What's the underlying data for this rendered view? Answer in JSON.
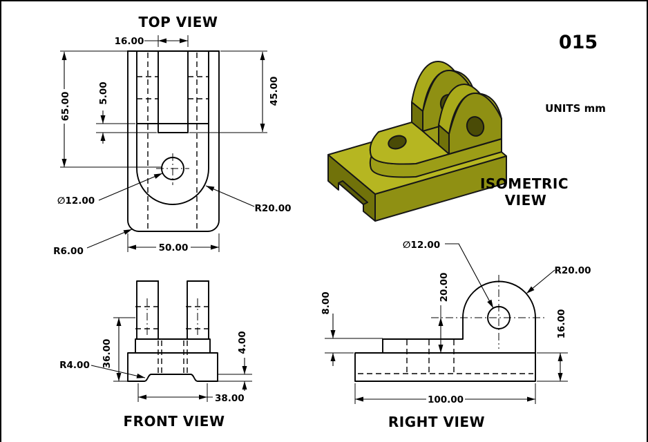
{
  "drawing_number": "015",
  "units_label": "UNITS mm",
  "top_view": {
    "title": "TOP VIEW",
    "dim_slot_width": "16.00",
    "dim_length_to_hole": "65.00",
    "dim_slot_rear_offset": "5.00",
    "dim_slot_depth": "45.00",
    "dim_hole_diameter": "∅12.00",
    "dim_boss_radius": "R20.00",
    "dim_corner_fillet": "R6.00",
    "dim_width": "50.00"
  },
  "front_view": {
    "title": "FRONT VIEW",
    "dim_hole_center_height": "36.00",
    "dim_notch_fillet": "R4.00",
    "dim_notch_height": "4.00",
    "dim_notch_width": "38.00"
  },
  "right_view": {
    "title": "RIGHT VIEW",
    "dim_hole_diameter": "∅12.00",
    "dim_lug_radius": "R20.00",
    "dim_step_height": "8.00",
    "dim_hole_center_height": "20.00",
    "dim_base_thickness": "16.00",
    "dim_length": "100.00"
  },
  "isometric_view": {
    "title_line1": "ISOMETRIC",
    "title_line2": "VIEW",
    "colors": {
      "top": "#b6b621",
      "front": "#8f9013",
      "side": "#71720a",
      "skirt": "#9c9d17",
      "crown": "#a9aa1a",
      "hole": "#4a4b06",
      "notch": "#5c5d07"
    }
  }
}
